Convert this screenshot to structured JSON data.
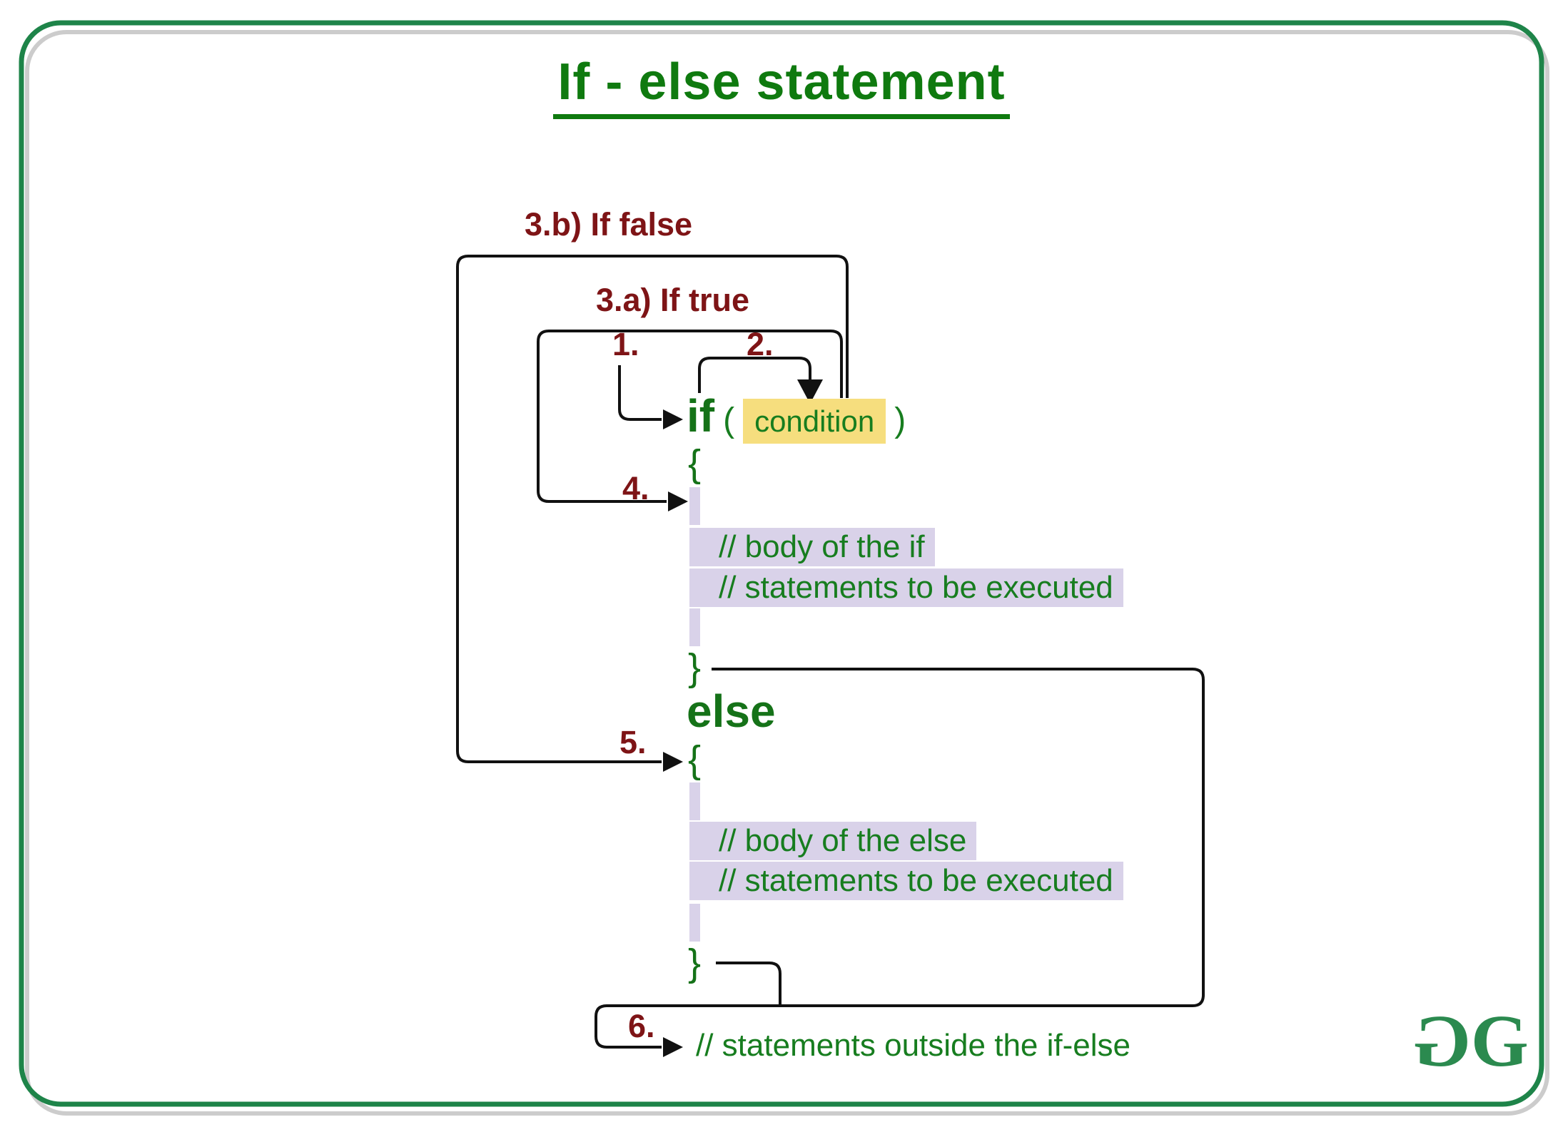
{
  "title": "If - else statement",
  "labels": {
    "if_false": "3.b) If false",
    "if_true": "3.a) If true",
    "step1": "1.",
    "step2": "2.",
    "step4": "4.",
    "step5": "5.",
    "step6": "6."
  },
  "code": {
    "if_keyword": "if",
    "paren_open": "(",
    "condition": "condition",
    "paren_close": ")",
    "brace_open": "{",
    "brace_close": "}",
    "else_keyword": "else",
    "if_body_line1": "// body of the if",
    "if_body_line2": "// statements to be executed",
    "else_body_line1": "// body of the else",
    "else_body_line2": "// statements to be executed",
    "outside_comment": "// statements outside the if-else"
  },
  "logo": {
    "left_glyph": "G",
    "right_glyph": "G"
  },
  "icons": {
    "arrowheads": "right-arrowhead x4, large down-arrowhead onto condition"
  },
  "colors": {
    "title_green": "#0f7a0f",
    "code_green": "#177d1f",
    "keyword_green": "#157218",
    "label_maroon": "#7e1416",
    "condition_highlight": "#f6de7e",
    "body_highlight": "#d9d2e9",
    "flow_line_black": "#111111",
    "border_green": "#1e8449",
    "border_gray": "#cccccc",
    "logo_green": "#2b8a4f",
    "background": "#ffffff"
  }
}
